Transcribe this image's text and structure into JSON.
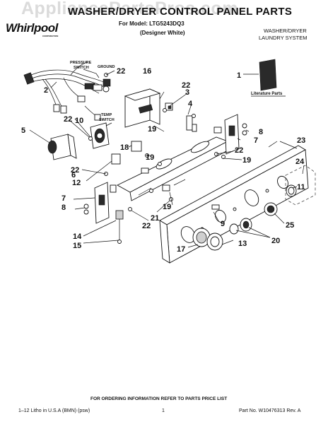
{
  "header": {
    "title": "WASHER/DRYER CONTROL PANEL PARTS",
    "subtitle": "For Model: LTG5243DQ3",
    "variant": "(Designer White)",
    "brand": "Whirlpool",
    "brand_sub": "CORPORATION",
    "system_line1": "WASHER/DRYER",
    "system_line2": "LAUNDRY SYSTEM"
  },
  "watermark": "AppliancePartsPros.com",
  "diagram": {
    "component_labels": {
      "pressure_switch_1": "PRESSURE",
      "pressure_switch_2": "SWITCH",
      "ground": "GROUND",
      "temp_switch_1": "TEMP",
      "temp_switch_2": "SWITCH",
      "literature": "Literature Parts"
    },
    "callouts": [
      "1",
      "2",
      "3",
      "4",
      "5",
      "6",
      "7",
      "7",
      "8",
      "8",
      "9",
      "10",
      "11",
      "12",
      "13",
      "14",
      "15",
      "16",
      "17",
      "18",
      "19",
      "19",
      "19",
      "19",
      "20",
      "21",
      "22",
      "22",
      "22",
      "22",
      "22",
      "22",
      "23",
      "24",
      "25"
    ]
  },
  "footer": {
    "ordering_note": "FOR ORDERING INFORMATION REFER TO PARTS PRICE LIST",
    "left": "1–12 Litho in U.S.A (BMN) (psw)",
    "page": "1",
    "right": "Part No. W10476313 Rev. A"
  },
  "colors": {
    "ink": "#111111",
    "watermark": "#bebebe"
  }
}
